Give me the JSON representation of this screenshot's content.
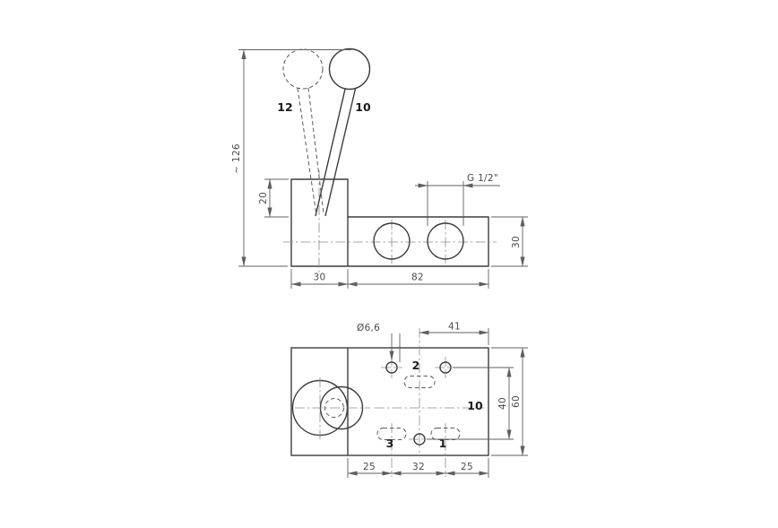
{
  "front_view": {
    "part_labels": {
      "lever_alt_position": "12",
      "lever_position": "10"
    },
    "dimensions": {
      "overall_height": "~ 126",
      "lever_block_height": "20",
      "port_thread": "G 1/2\"",
      "body_height": "30",
      "block_width": "30",
      "body_width": "82"
    }
  },
  "plan_view": {
    "part_labels": {
      "port_2": "2",
      "port_3": "3",
      "port_1": "1",
      "body": "10"
    },
    "dimensions": {
      "mounting_hole_diameter": "Ø6,6",
      "port_axis_to_edge": "41",
      "hole_spacing": "40",
      "body_depth": "60",
      "left_pitch": "25",
      "center_pitch": "32",
      "right_pitch": "25"
    }
  }
}
